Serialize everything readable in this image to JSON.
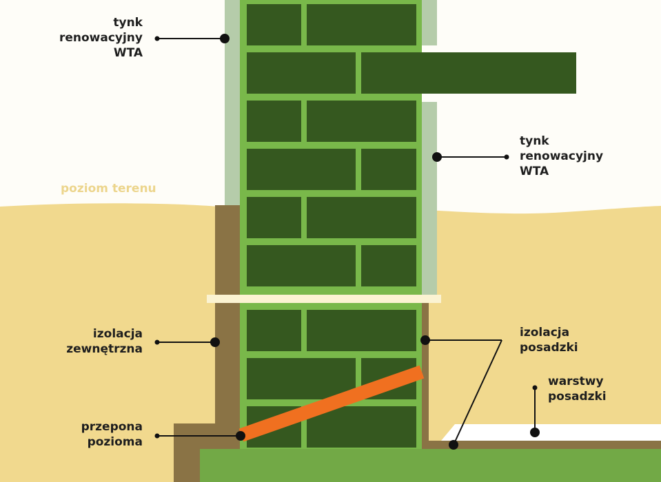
{
  "labels": {
    "plaster_left": [
      "tynk",
      "renowacyjny",
      "WTA"
    ],
    "plaster_right": [
      "tynk",
      "renowacyjny",
      "WTA"
    ],
    "ground_level": "poziom terenu",
    "external_insulation": [
      "izolacja",
      "zewnętrzna"
    ],
    "damp_course": [
      "przepona",
      "pozioma"
    ],
    "floor_insulation": [
      "izolacja",
      "posadzki"
    ],
    "floor_layers": [
      "warstwy",
      "posadzki"
    ]
  },
  "colors": {
    "background": "#fefdf8",
    "soil": "#f1d98e",
    "brick": "#35581f",
    "mortar": "#79b84a",
    "plaster": "#b5ccaa",
    "external_insulation": "#8a7345",
    "damp_course": "#f07020",
    "foundation": "#72a946",
    "floor_layer": "#ffffff",
    "leader_line": "#111111"
  }
}
